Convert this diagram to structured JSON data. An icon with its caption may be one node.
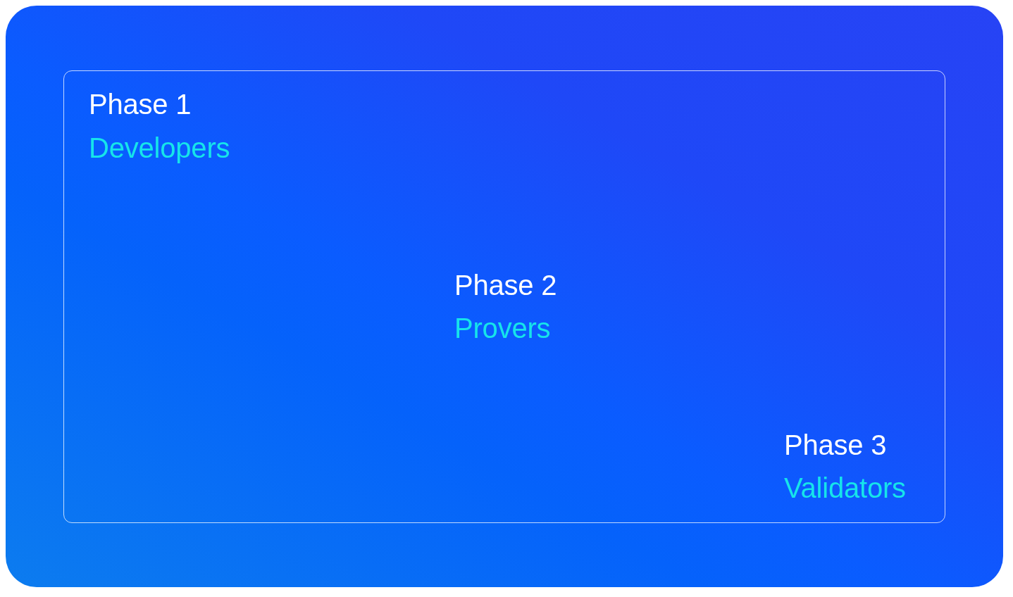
{
  "diagram": {
    "nodes": [
      {
        "text": [
          "Phase 1",
          "Developers",
          "Phase 2",
          "Provers",
          "Phase 3",
          "Validators"
        ]
      }
    ]
  }
}
